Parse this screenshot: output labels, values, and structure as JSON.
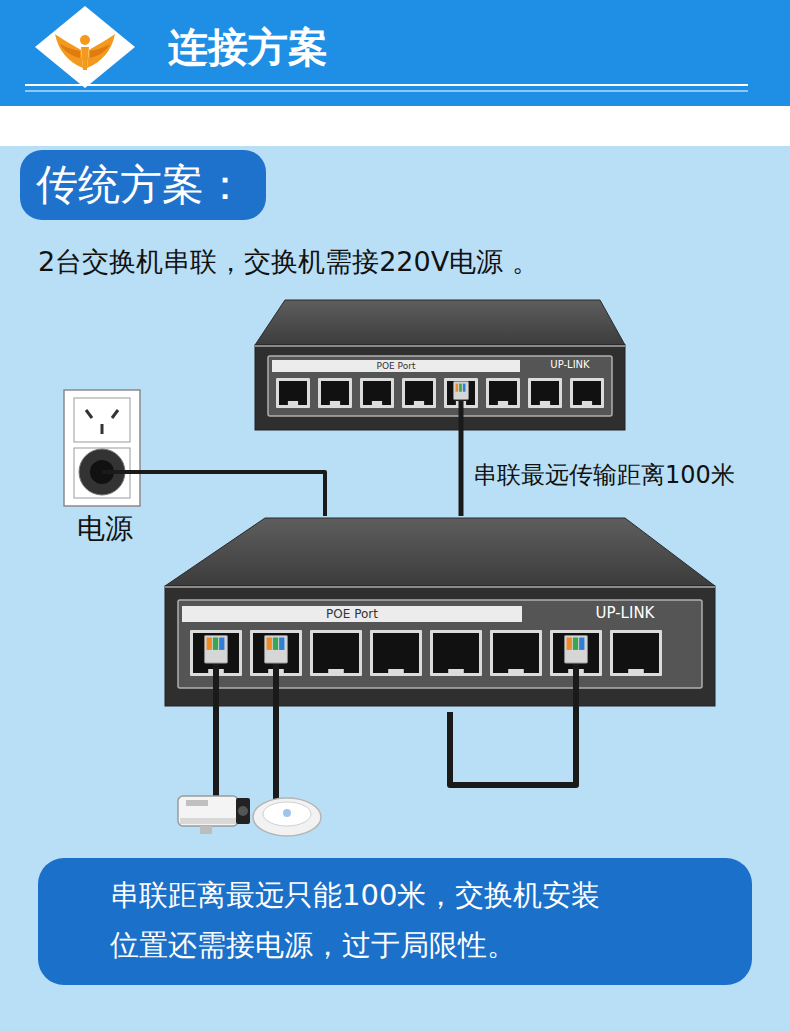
{
  "diagram": {
    "title": "连接方案",
    "nodes": [
      {
        "text": [
          "传统方案："
        ]
      },
      {
        "text": [
          "POE Port",
          "UP-LINK"
        ]
      },
      {
        "text": [
          "电源"
        ]
      },
      {
        "text": [
          "POE Port",
          "UP-LINK"
        ]
      },
      {
        "text": [
          "串联距离最远只能100米，交换机安装位置还需接电源，过于局限性。"
        ]
      }
    ],
    "edges": [
      {
        "from": 1,
        "to": 3,
        "arrow": "none",
        "label": "串联最远传输距离100米"
      },
      {
        "from": 2,
        "to": 3,
        "arrow": "none"
      }
    ],
    "labels": [
      "2台交换机串联，交换机需接220V电源 。"
    ]
  }
}
